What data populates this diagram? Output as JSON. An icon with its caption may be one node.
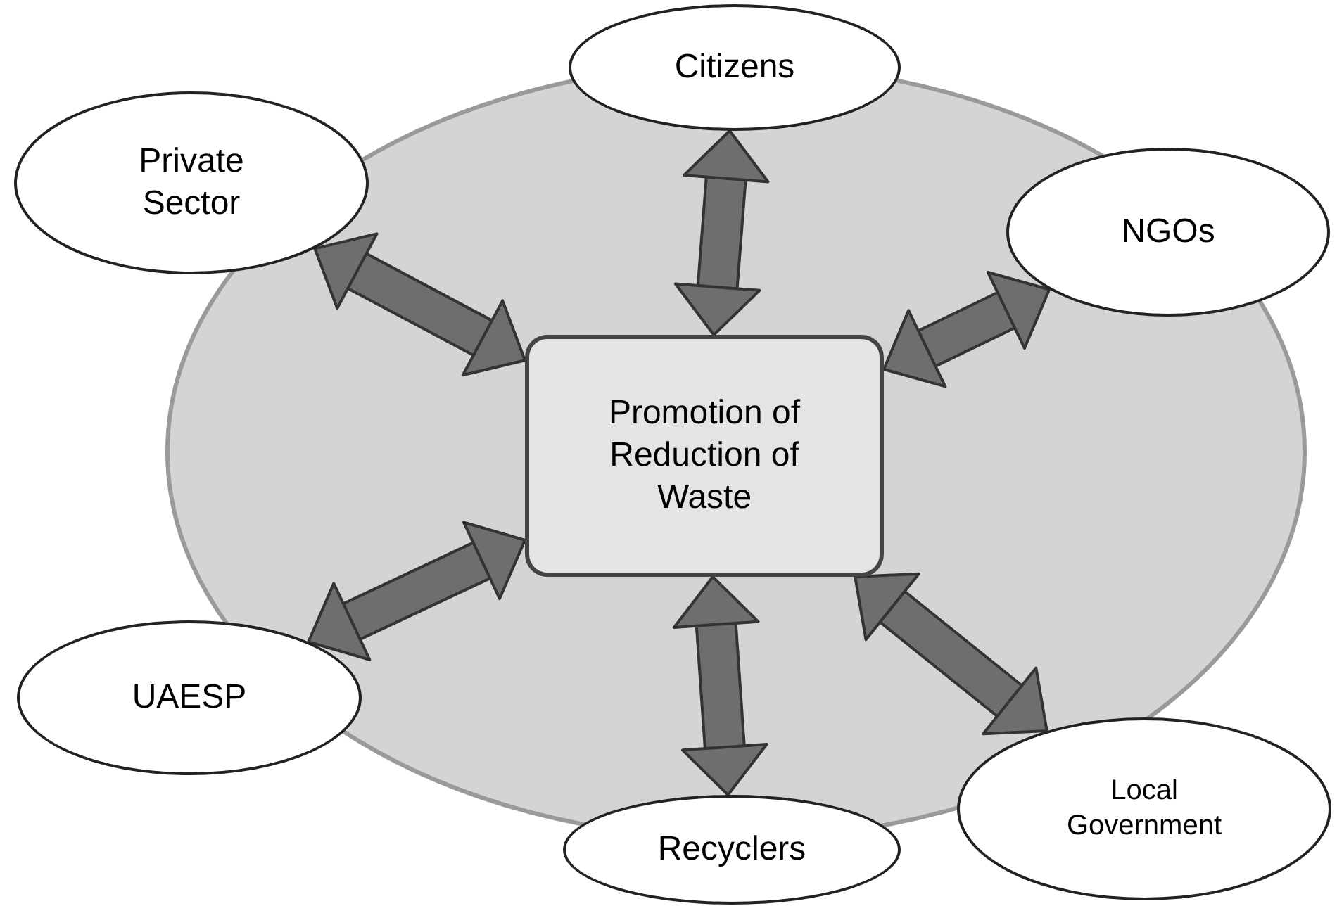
{
  "diagram": {
    "nodes": [
      {
        "text": [
          "Citizens"
        ]
      },
      {
        "text": [
          "Private Sector"
        ]
      },
      {
        "text": [
          "NGOs"
        ]
      },
      {
        "text": [
          "Promotion of Reduction of Waste"
        ]
      },
      {
        "text": [
          "UAESP"
        ]
      },
      {
        "text": [
          "Local Government"
        ]
      },
      {
        "text": [
          "Recyclers"
        ]
      }
    ],
    "edges": [
      {
        "from": 3,
        "to": 0,
        "arrow": "both"
      },
      {
        "from": 3,
        "to": 1,
        "arrow": "both"
      },
      {
        "from": 3,
        "to": 2,
        "arrow": "both"
      },
      {
        "from": 3,
        "to": 4,
        "arrow": "both"
      },
      {
        "from": 3,
        "to": 5,
        "arrow": "both"
      },
      {
        "from": 3,
        "to": 6,
        "arrow": "both"
      }
    ]
  }
}
